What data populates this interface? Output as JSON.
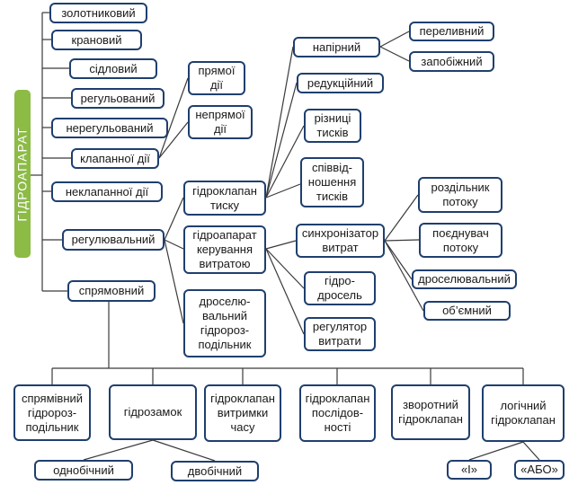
{
  "root": "ГІДРОАПАРАТ",
  "level1": {
    "zolotnykovyi": "золотниковий",
    "kranovyi": "крановий",
    "sidlovyi": "сідловий",
    "rehulovanyi": "регульований",
    "nerehulovanyi": "нерегульований",
    "klapannoi_dii": "клапанної дії",
    "neklapannoi_dii": "неклапанної дії",
    "rehuliuvalnyi": "регулювальний",
    "spriamovnyi": "спрямовний"
  },
  "klapannoi_children": {
    "priamoi_dii": "прямої\nдії",
    "nepriamoi_dii": "непрямої\nдії"
  },
  "rehuliuvalnyi_children": {
    "hidroklapan_tysku": "гідроклапан\nтиску",
    "hidroaparat_keruvannia": "гідроапарат\nкерування\nвитратою",
    "droselnyi_rozpodilnyk": "дроселю-\nвальний\nгідророз-\nподільник"
  },
  "tysku_children": {
    "napirnyi": "напірний",
    "redukciinyi": "редукційний",
    "riznytsi_tyskiv": "різниці\nтисків",
    "spivvidnoshennia_tyskiv": "співвід-\nношення\nтисків"
  },
  "napirnyi_children": {
    "perelyvnyi": "переливний",
    "zapobizhnyi": "запобіжний"
  },
  "vytratoiu_children": {
    "synkhronizator": "синхронізатор\nвитрат",
    "hidrodrosel": "гідро-\nдросель",
    "rehuliator_vytraty": "регулятор\nвитрати"
  },
  "synkhronizator_children": {
    "rozdilnyk_potoku": "роздільник\nпотоку",
    "poiednuvach_potoku": "поєднувач\nпотоку",
    "droseliuvalnyi": "дроселювальний",
    "obiemnyi": "об’ємний"
  },
  "spriamovnyi_children": {
    "spriamovnyi_rozpodilnyk": "спрямівний\nгідророз-\nподільник",
    "hidrozamok": "гідрозамок",
    "klapan_vytrymky_chasu": "гідроклапан\nвитримки\nчасу",
    "klapan_poslidovnosti": "гідроклапан\nпослідов-\nності",
    "zvorotnyi_klapan": "зворотний\nгідроклапан",
    "lohichnyi_klapan": "логічний\nгідроклапан"
  },
  "hidrozamok_children": {
    "odnobichnyi": "однобічний",
    "dvobichnyi": "двобічний"
  },
  "lohichnyi_children": {
    "i": "«І»",
    "abo": "«АБО»"
  }
}
